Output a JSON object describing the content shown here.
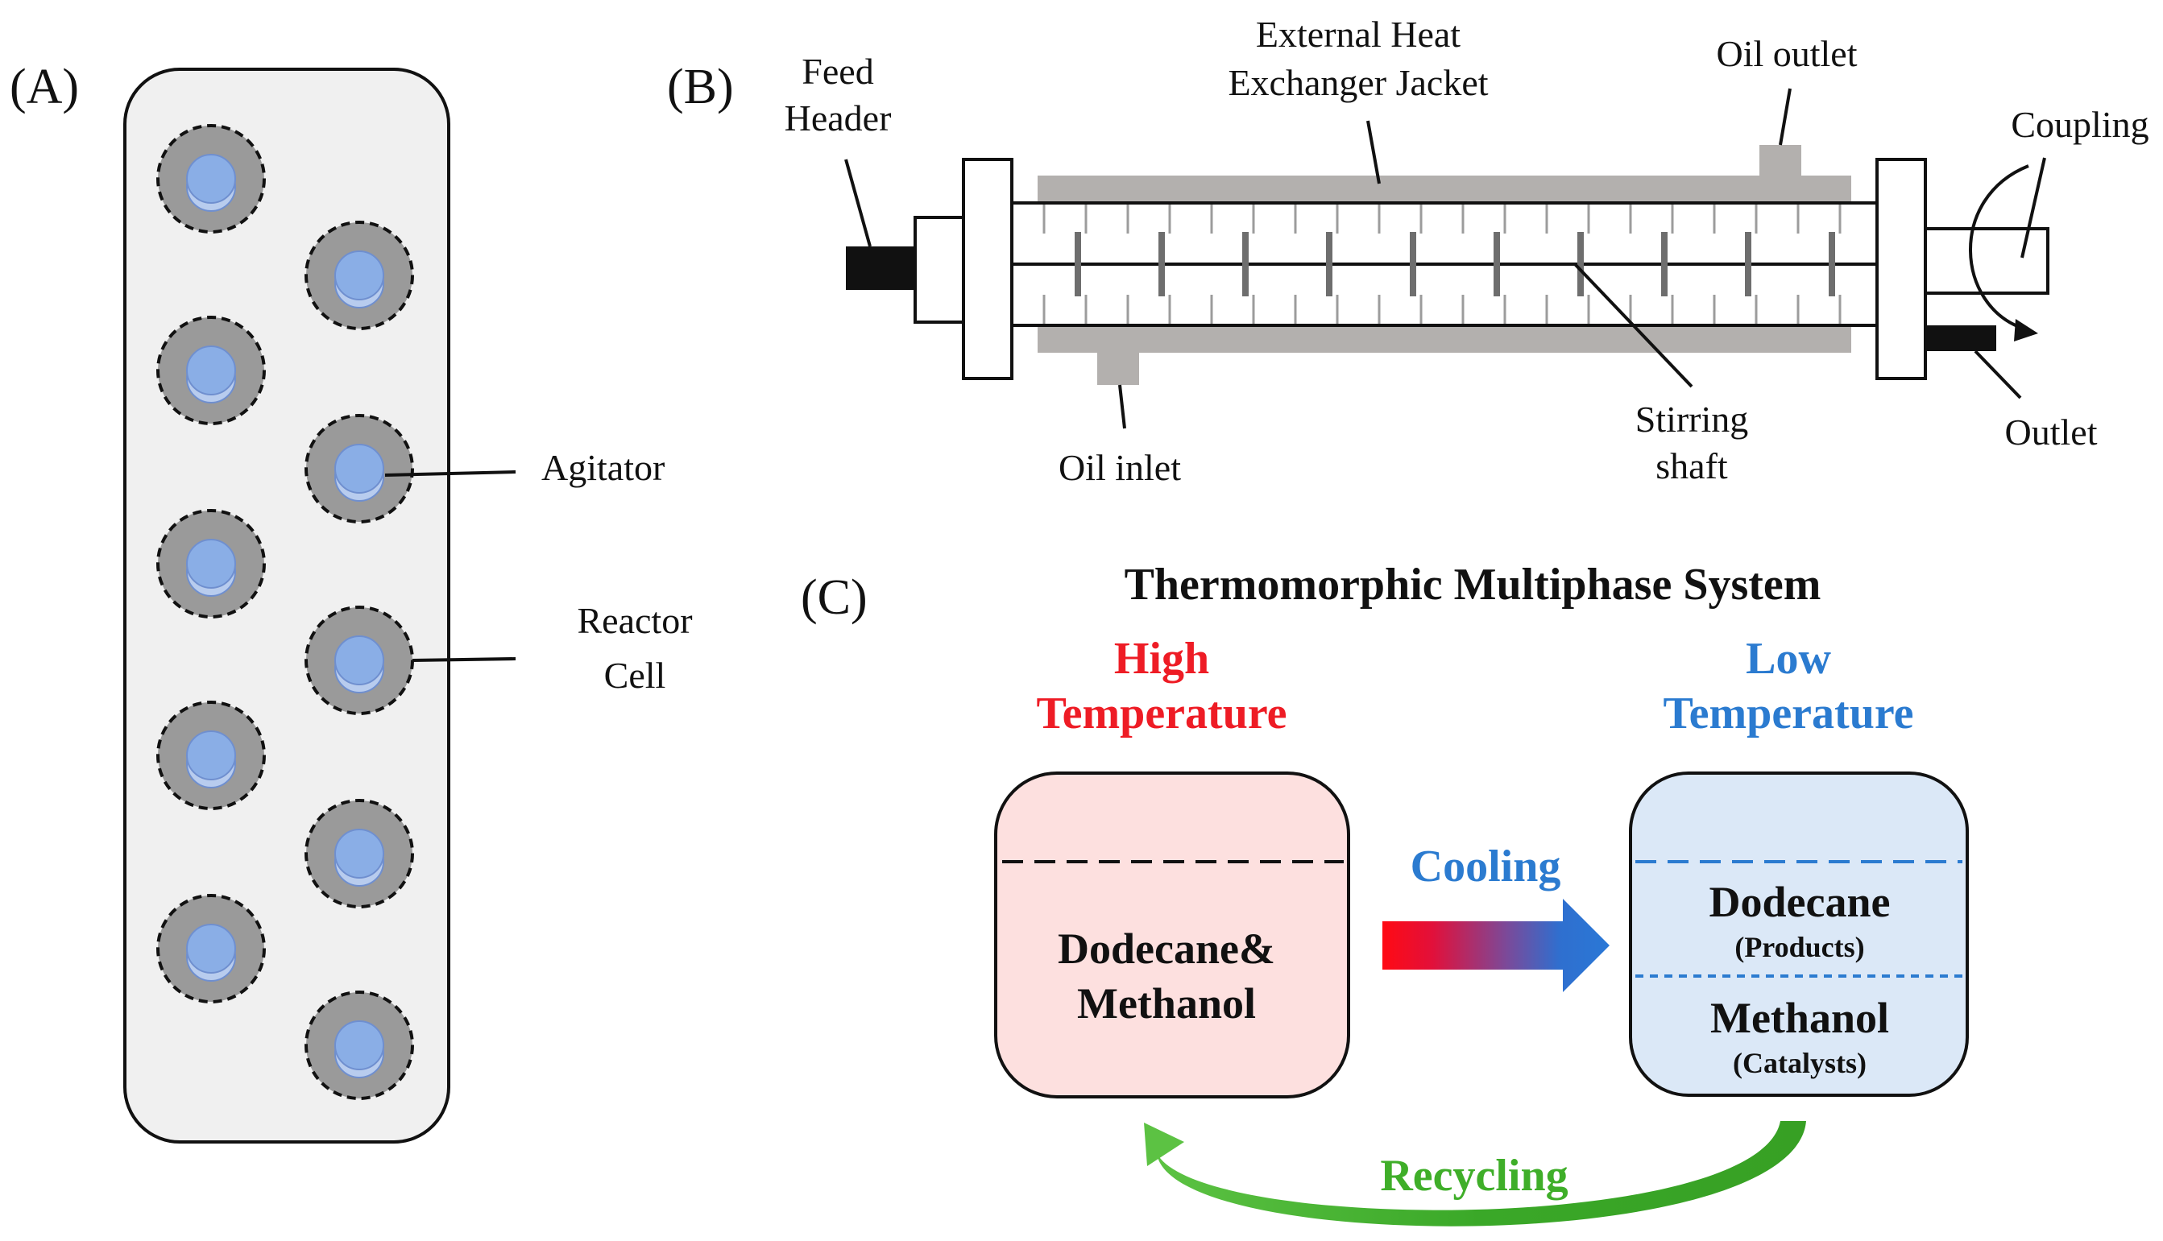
{
  "colors": {
    "hot": "#ee1c25",
    "cold": "#2b7bd0",
    "recycle": "#3fae29",
    "hot_fill": "#fde0df",
    "cold_fill": "#dbe8f7",
    "jacket": "#b3b0ae",
    "cell_ring": "#9a9a9a",
    "cell_disc": "#8aaee6",
    "plate": "#f0f0f0"
  },
  "panel_a": {
    "label": "(A)",
    "agitator_label": "Agitator",
    "reactor_cell_label_1": "Reactor",
    "reactor_cell_label_2": "Cell"
  },
  "panel_b": {
    "label": "(B)",
    "feed_header_1": "Feed",
    "feed_header_2": "Header",
    "jacket_1": "External Heat",
    "jacket_2": "Exchanger Jacket",
    "oil_outlet": "Oil outlet",
    "coupling": "Coupling",
    "oil_inlet": "Oil inlet",
    "stirring_1": "Stirring",
    "stirring_2": "shaft",
    "outlet": "Outlet"
  },
  "panel_c": {
    "label": "(C)",
    "title": "Thermomorphic Multiphase System",
    "high_1": "High",
    "high_2": "Temperature",
    "low_1": "Low",
    "low_2": "Temperature",
    "mixed_1": "Dodecane&",
    "mixed_2": "Methanol",
    "cooling": "Cooling",
    "upper_phase": "Dodecane",
    "upper_note": "(Products)",
    "lower_phase": "Methanol",
    "lower_note": "(Catalysts)",
    "recycling": "Recycling"
  }
}
